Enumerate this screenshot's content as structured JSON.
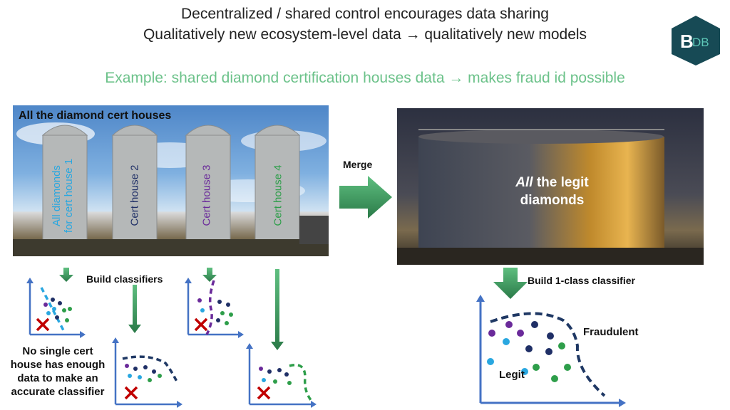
{
  "header": {
    "line1": "Decentralized / shared control encourages data sharing",
    "line2": "Qualitatively new ecosystem-level data → qualitatively new models",
    "example": "Example: shared diamond certification houses data → makes fraud id possible"
  },
  "logo": {
    "letter_b": "B",
    "letters_db": "DB",
    "bg_color": "#174a55"
  },
  "silos": {
    "panel_title": "All the diamond  cert houses",
    "labels": [
      {
        "text": "All diamonds",
        "text2": "for cert house 1",
        "color": "#29a7e0"
      },
      {
        "text": "Cert house 2",
        "color": "#1f2f66"
      },
      {
        "text": "Cert house 3",
        "color": "#6a2a9a"
      },
      {
        "text": "Cert house 4",
        "color": "#2e9e4a"
      }
    ]
  },
  "merge_label": "Merge",
  "tank": {
    "label_italic": "All",
    "label_rest": " the legit",
    "label_line2": "diamonds"
  },
  "build_classifiers": "Build classifiers",
  "build_one_class": "Build 1-class classifier",
  "no_single_note": [
    "No single cert",
    "house has enough",
    "data to make an",
    "accurate classifier"
  ],
  "big_plot": {
    "fraudulent": "Fraudulent",
    "legit": "Legit"
  },
  "colors": {
    "arrow": "#3a9a5e",
    "axis": "#4472c4",
    "boundary": "#1f3864",
    "cross": "#c00000"
  }
}
